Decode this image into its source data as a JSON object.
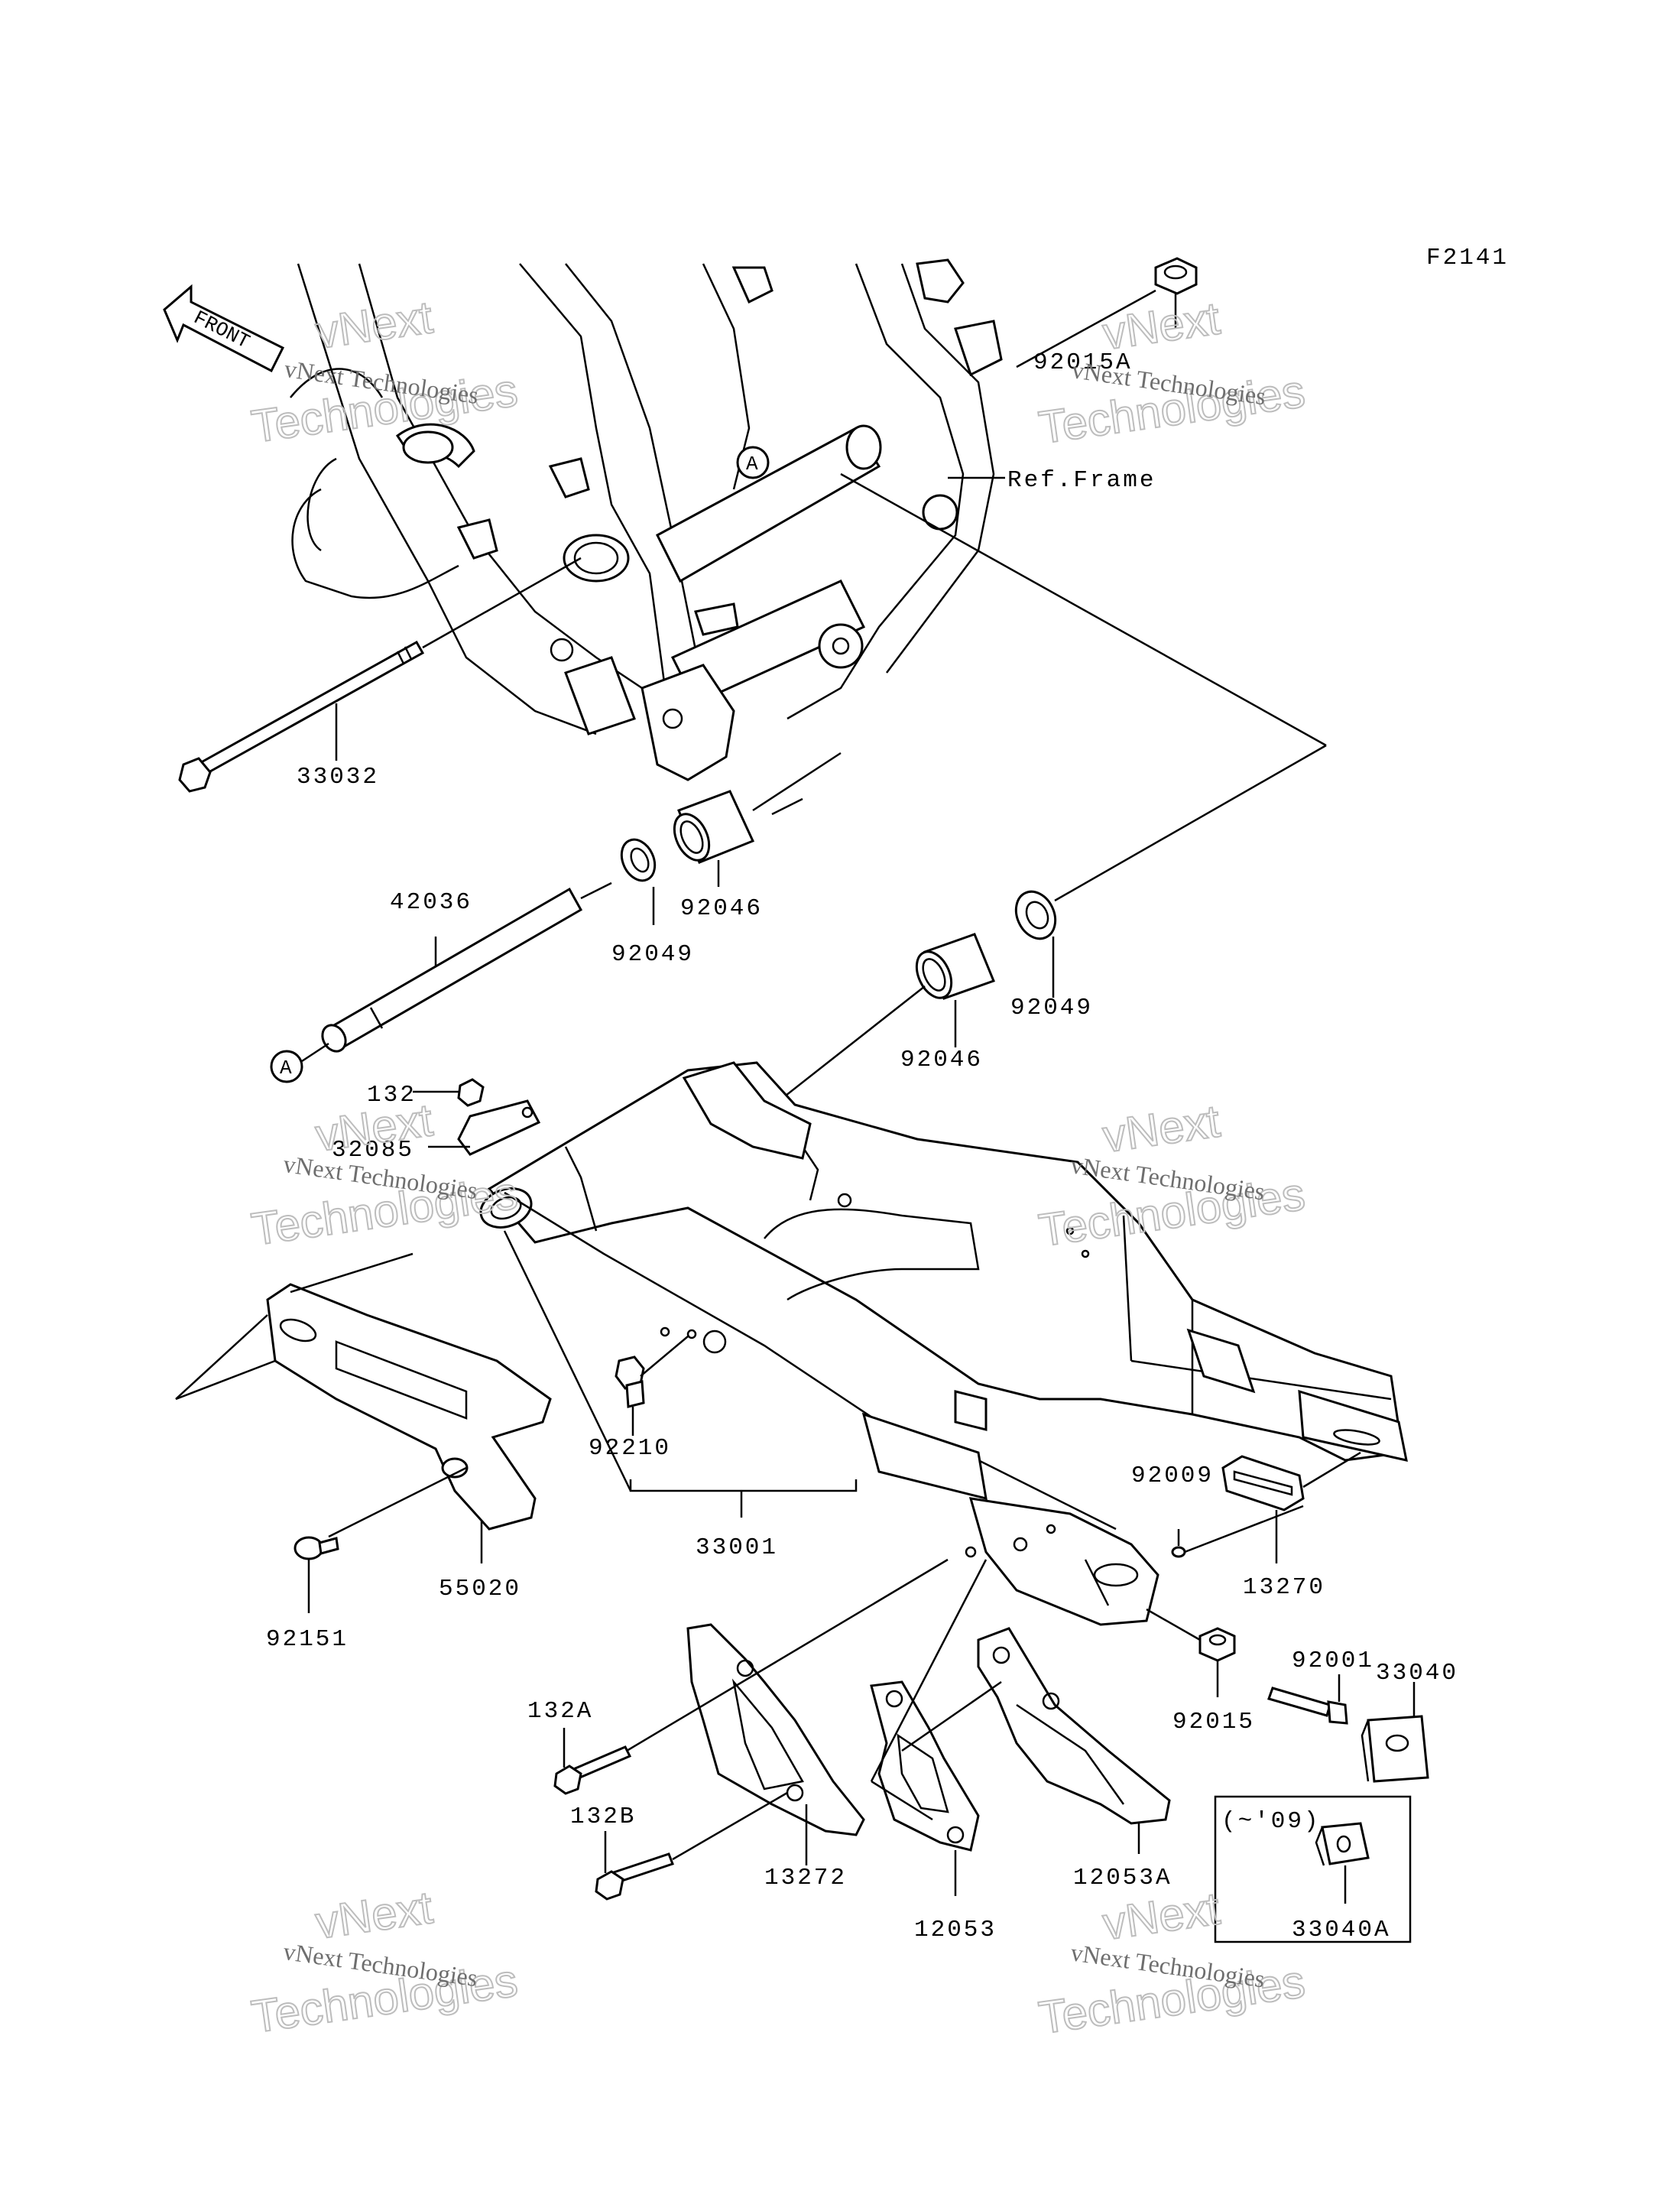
{
  "diagram": {
    "code": "F2141",
    "front_label": "FRONT",
    "ref_label": "Ref.Frame",
    "callout": "A",
    "variant_note": "(~'09)",
    "watermark": {
      "line1": "vNext Technologies",
      "line2": "vNext",
      "line3": "Technologies"
    },
    "parts": [
      {
        "id": "p33032",
        "number": "33032"
      },
      {
        "id": "p42036",
        "number": "42036"
      },
      {
        "id": "p92049a",
        "number": "92049"
      },
      {
        "id": "p92046a",
        "number": "92046"
      },
      {
        "id": "p92046b",
        "number": "92046"
      },
      {
        "id": "p92049b",
        "number": "92049"
      },
      {
        "id": "p9201a",
        "number": "92015A"
      },
      {
        "id": "p132",
        "number": "132"
      },
      {
        "id": "p32085",
        "number": "32085"
      },
      {
        "id": "p92210",
        "number": "92210"
      },
      {
        "id": "p33001",
        "number": "33001"
      },
      {
        "id": "p55020",
        "number": "55020"
      },
      {
        "id": "p92151",
        "number": "92151"
      },
      {
        "id": "p92009",
        "number": "92009"
      },
      {
        "id": "p13270",
        "number": "13270"
      },
      {
        "id": "p92001",
        "number": "92001"
      },
      {
        "id": "p33040",
        "number": "33040"
      },
      {
        "id": "p92015",
        "number": "92015"
      },
      {
        "id": "p132a",
        "number": "132A"
      },
      {
        "id": "p132b",
        "number": "132B"
      },
      {
        "id": "p13272",
        "number": "13272"
      },
      {
        "id": "p12053",
        "number": "12053"
      },
      {
        "id": "p12053a",
        "number": "12053A"
      },
      {
        "id": "p33040a",
        "number": "33040A"
      }
    ]
  }
}
